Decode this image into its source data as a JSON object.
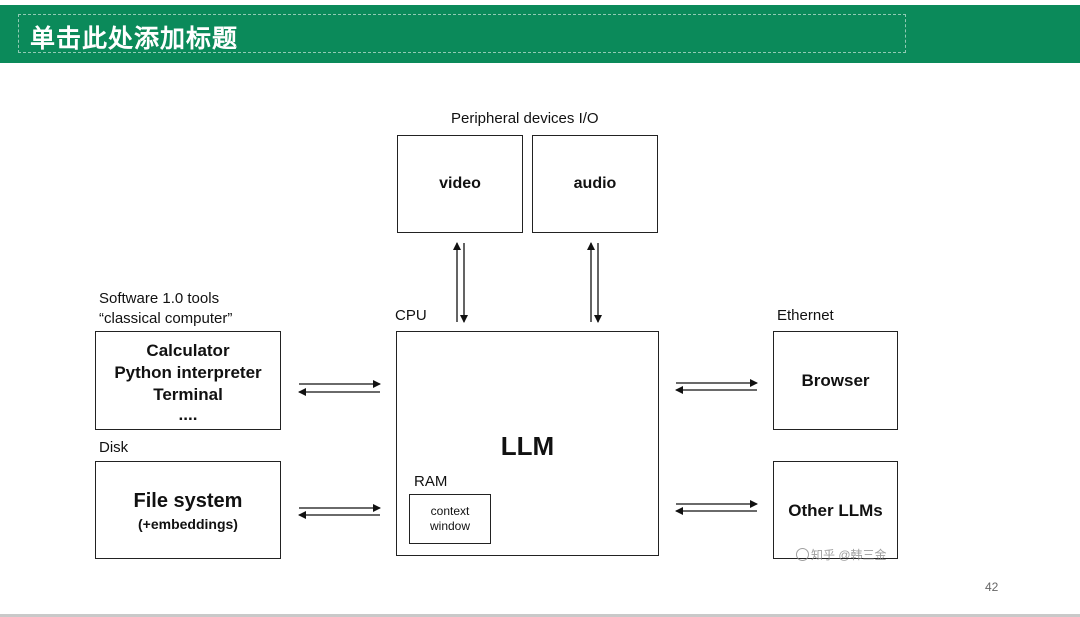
{
  "slide": {
    "title": "单击此处添加标题",
    "page_number": "42",
    "watermark": "知乎 @韩三金"
  },
  "diagram": {
    "peripheral_label": "Peripheral devices I/O",
    "video": "video",
    "audio": "audio",
    "software_label_line1": "Software 1.0 tools",
    "software_label_line2": "“classical computer”",
    "tools": [
      "Calculator",
      "Python interpreter",
      "Terminal",
      "...."
    ],
    "disk_label": "Disk",
    "file_system": "File system",
    "embeddings": "(+embeddings)",
    "cpu_label": "CPU",
    "llm": "LLM",
    "ram_label": "RAM",
    "context_window_line1": "context",
    "context_window_line2": "window",
    "ethernet_label": "Ethernet",
    "browser": "Browser",
    "other_llms": "Other LLMs"
  }
}
